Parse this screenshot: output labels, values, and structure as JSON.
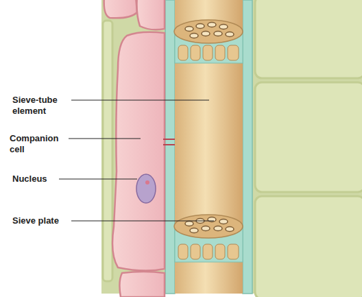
{
  "diagram": {
    "labels": [
      "Sieve-tube element",
      "Companion cell",
      "Nucleus",
      "Sieve plate"
    ]
  }
}
